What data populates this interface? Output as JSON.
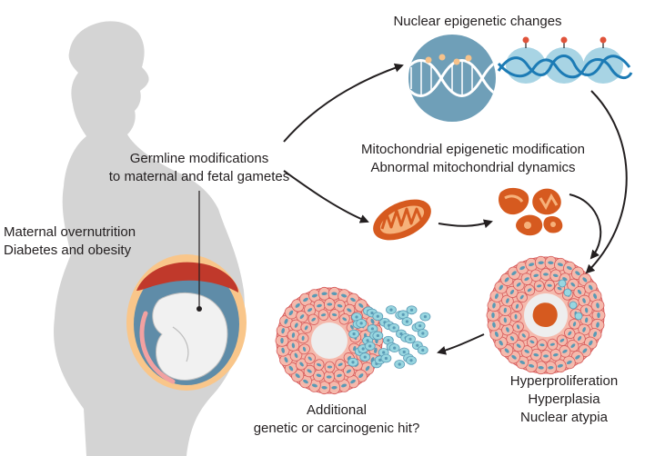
{
  "labels": {
    "nuclear": "Nuclear epigenetic changes",
    "germline": [
      "Germline modifications",
      "to maternal and fetal gametes"
    ],
    "mitochondrial": [
      "Mitochondrial epigenetic modification",
      "Abnormal mitochondrial dynamics"
    ],
    "maternal": [
      "Maternal overnutrition",
      "Diabetes and obesity"
    ],
    "outcomes": [
      "Hyperproliferation",
      "Hyperplasia",
      "Nuclear atypia"
    ],
    "additional": [
      "Additional",
      "genetic or carcinogenic hit?"
    ]
  },
  "colors": {
    "silhouette": "#d4d4d4",
    "dna_sphere": "#6f9fb8",
    "nucleosome": "#a8d4e4",
    "dna_strand": "#1c7bb5",
    "mitochondria": "#d65a1f",
    "tissue": "#f5b9ac",
    "tissue_outline": "#d65a5a",
    "nucleus": "#5a9ab5",
    "cancer_cell": "#98d6e0",
    "arrow": "#231f20",
    "uterus": "#f9c68a",
    "placenta": "#c0392b"
  },
  "icons": [
    "dna-sphere-icon",
    "nucleosome-icon",
    "mitochondrion-icon",
    "fragmented-mitochondria-icon",
    "acinus-hyperplasia-icon",
    "tumor-invasion-icon",
    "pregnant-woman-silhouette",
    "fetus-icon"
  ]
}
